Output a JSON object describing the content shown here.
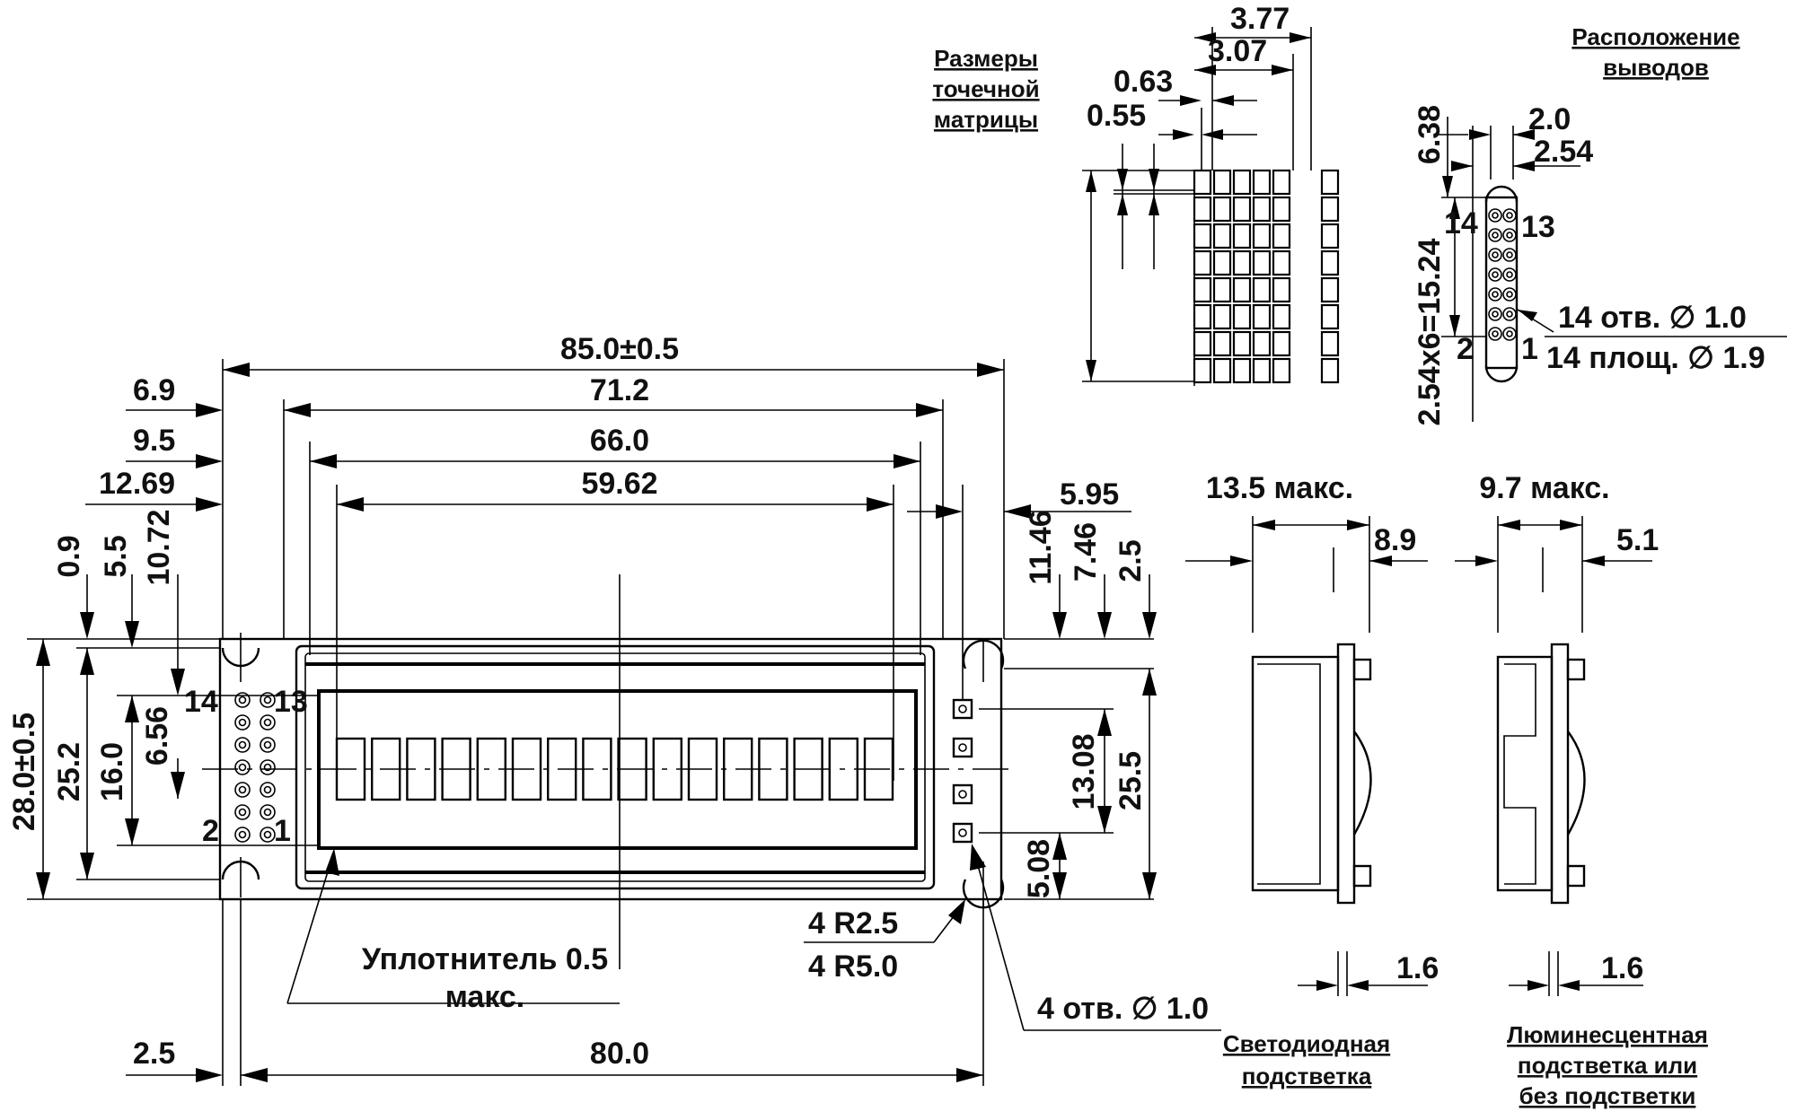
{
  "dims": {
    "overall_width": "85.0±0.5",
    "w_71_2": "71.2",
    "w_66_0": "66.0",
    "w_59_62": "59.62",
    "d_6_9": "6.9",
    "d_9_5": "9.5",
    "d_12_69": "12.69",
    "d_5_95": "5.95",
    "d_0_9": "0.9",
    "d_5_5": "5.5",
    "d_10_72": "10.72",
    "d_11_46": "11.46",
    "d_7_46": "7.46",
    "d_2_5_top": "2.5",
    "overall_height": "28.0±0.5",
    "h_25_2": "25.2",
    "h_16_0": "16.0",
    "h_6_56": "6.56",
    "h_13_08": "13.08",
    "h_25_5": "25.5",
    "h_5_08": "5.08",
    "b_2_5": "2.5",
    "b_80_0": "80.0",
    "r_2_5": "4 R2.5",
    "r_5_0": "4 R5.0",
    "holes_4": "4 отв. ∅ 1.0",
    "seal_line1": "Уплотнитель 0.5",
    "seal_line2": "макс.",
    "pin_14": "14",
    "pin_13": "13",
    "pin_2": "2",
    "pin_1": "1"
  },
  "dot_matrix": {
    "title_lines": [
      "Размеры",
      "точечной",
      "матрицы"
    ],
    "d_3_77": "3.77",
    "d_3_07": "3.07",
    "d_0_63": "0.63",
    "d_0_55": "0.55"
  },
  "pinout": {
    "title_lines": [
      "Расположение",
      "выводов"
    ],
    "d_6_38": "6.38",
    "d_2_0": "2.0",
    "d_2_54": "2.54",
    "pitch": "2.54x6=15.24",
    "pin_14": "14",
    "pin_13": "13",
    "pin_2": "2",
    "pin_1": "1",
    "holes": "14 отв. ∅ 1.0",
    "pads": "14 площ. ∅ 1.9"
  },
  "side_led": {
    "max_width": "13.5 макс.",
    "d_8_9": "8.9",
    "d_1_6": "1.6",
    "caption_lines": [
      "Светодиодная",
      "подстветка"
    ]
  },
  "side_el": {
    "max_width": "9.7 макс.",
    "d_5_1": "5.1",
    "d_1_6": "1.6",
    "caption_lines": [
      "Люминесцентная",
      "подстветка или",
      "без подстветки"
    ]
  }
}
